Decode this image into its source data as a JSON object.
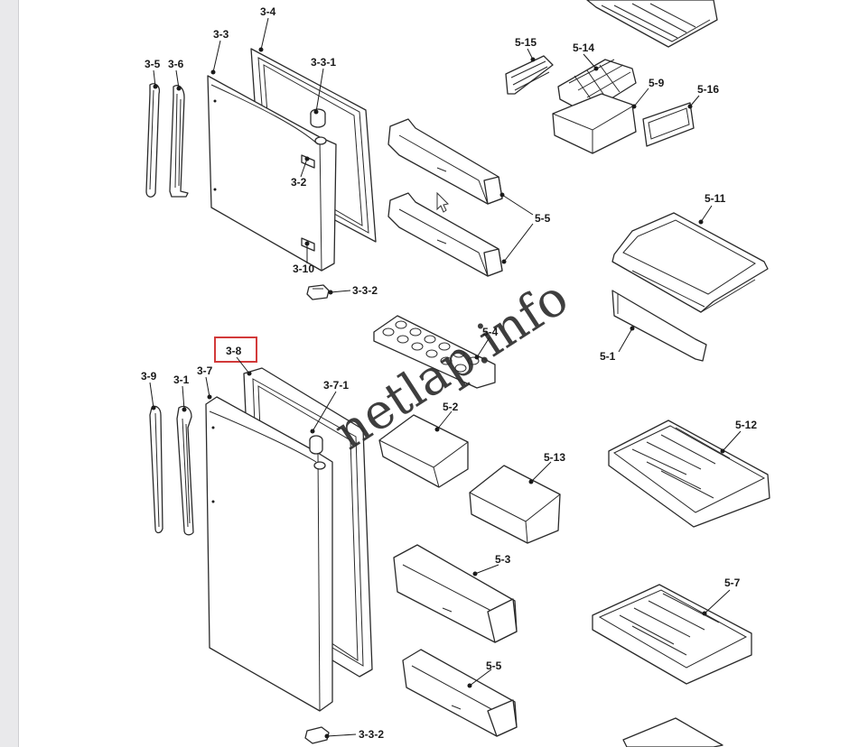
{
  "watermark": "netlap.info",
  "highlight": "3-8",
  "labels": {
    "l_3_4": "3-4",
    "l_3_3": "3-3",
    "l_3_5": "3-5",
    "l_3_6": "3-6",
    "l_3_3_1": "3-3-1",
    "l_3_2": "3-2",
    "l_3_10": "3-10",
    "l_3_3_2a": "3-3-2",
    "l_3_8": "3-8",
    "l_3_9": "3-9",
    "l_3_1": "3-1",
    "l_3_7": "3-7",
    "l_3_7_1": "3-7-1",
    "l_3_3_2b": "3-3-2",
    "l_5_15": "5-15",
    "l_5_14": "5-14",
    "l_5_9": "5-9",
    "l_5_16": "5-16",
    "l_5_11": "5-11",
    "l_5_5a": "5-5",
    "l_5_1": "5-1",
    "l_5_4": "5-4",
    "l_5_2": "5-2",
    "l_5_13": "5-13",
    "l_5_12": "5-12",
    "l_5_3": "5-3",
    "l_5_7": "5-7",
    "l_5_5b": "5-5"
  }
}
